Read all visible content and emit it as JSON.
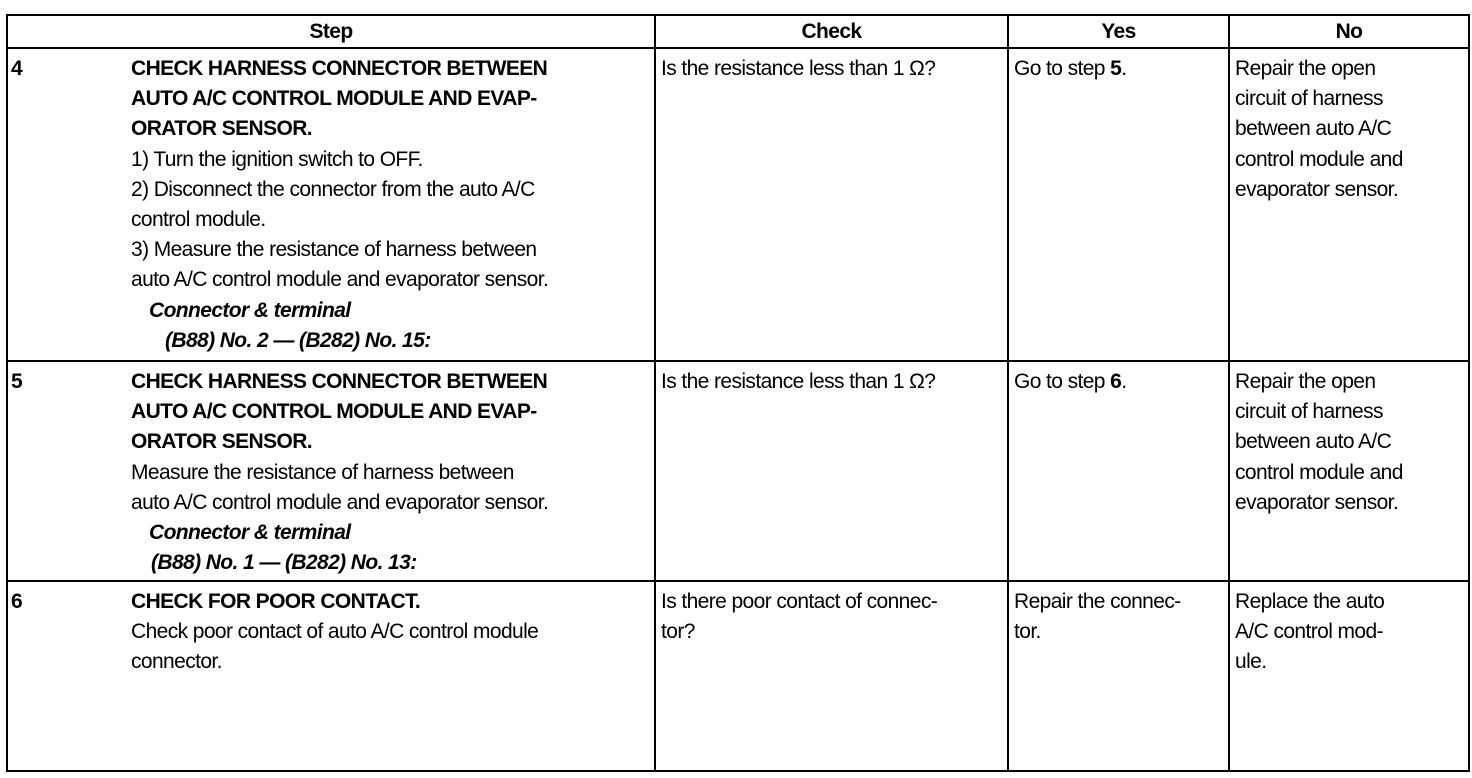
{
  "headers": {
    "step": "Step",
    "check": "Check",
    "yes": "Yes",
    "no": "No"
  },
  "rows": [
    {
      "num": "4",
      "title": [
        "CHECK HARNESS CONNECTOR BETWEEN",
        "AUTO A/C CONTROL MODULE AND EVAP-",
        "ORATOR SENSOR."
      ],
      "body": [
        "1)  Turn the ignition switch to OFF.",
        "2)  Disconnect the connector from the auto A/C",
        "control module.",
        "3)  Measure the resistance of harness between",
        "auto A/C control module and evaporator sensor."
      ],
      "spec_label": "Connector & terminal",
      "spec_value": "(B88) No. 2 — (B282) No. 15:",
      "check": [
        "Is the resistance less than 1 Ω?"
      ],
      "yes_prefix": "Go to step ",
      "yes_step": "5",
      "yes_suffix": ".",
      "no": [
        "Repair the open",
        "circuit of harness",
        "between auto A/C",
        "control module and",
        "evaporator sensor."
      ]
    },
    {
      "num": "5",
      "title": [
        "CHECK HARNESS CONNECTOR BETWEEN",
        "AUTO A/C CONTROL MODULE AND EVAP-",
        "ORATOR SENSOR."
      ],
      "body": [
        "Measure the resistance of harness between",
        "auto A/C control module and evaporator sensor."
      ],
      "spec_label": "Connector & terminal",
      "spec_value": "(B88) No. 1 — (B282) No. 13:",
      "check": [
        "Is the resistance less than 1 Ω?"
      ],
      "yes_prefix": "Go to step ",
      "yes_step": "6",
      "yes_suffix": ".",
      "no": [
        "Repair the open",
        "circuit of harness",
        "between auto A/C",
        "control module and",
        "evaporator sensor."
      ]
    },
    {
      "num": "6",
      "title": [
        "CHECK FOR POOR CONTACT."
      ],
      "body": [
        "Check poor contact of auto A/C control module",
        "connector."
      ],
      "check": [
        "Is there poor contact of connec-",
        "tor?"
      ],
      "yes_lines": [
        "Repair the connec-",
        "tor."
      ],
      "no": [
        "Replace the auto",
        "A/C control mod-",
        "ule."
      ]
    }
  ]
}
